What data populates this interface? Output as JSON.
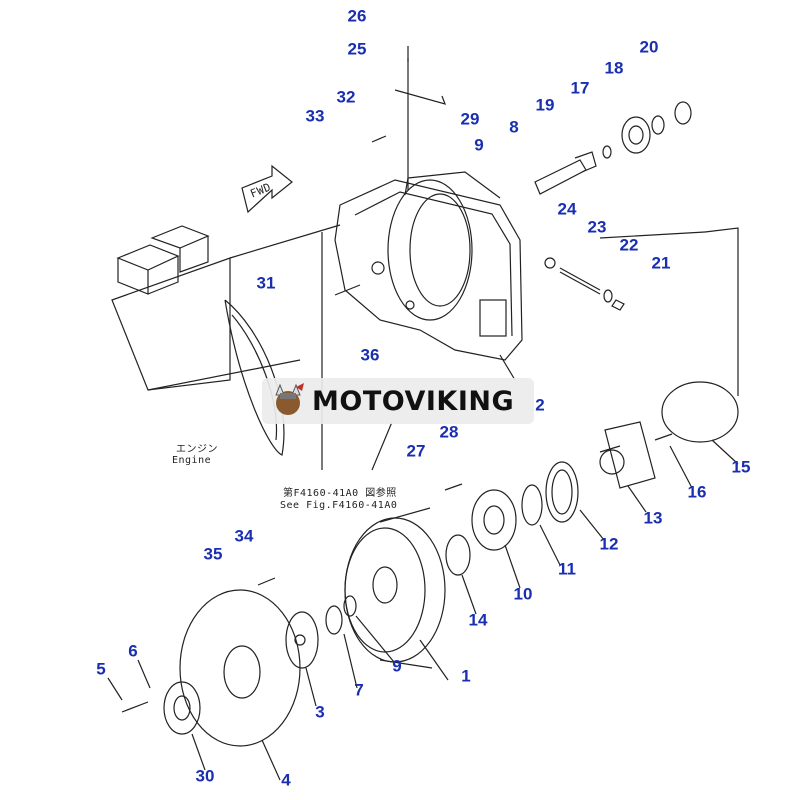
{
  "labels": {
    "p1": "1",
    "p2": "2",
    "p3": "3",
    "p4": "4",
    "p5": "5",
    "p6": "6",
    "p7": "7",
    "p8": "8",
    "p9a": "9",
    "p9b": "9",
    "p10": "10",
    "p11": "11",
    "p12": "12",
    "p13": "13",
    "p14": "14",
    "p15": "15",
    "p16": "16",
    "p17": "17",
    "p18": "18",
    "p19": "19",
    "p20": "20",
    "p21": "21",
    "p22": "22",
    "p23": "23",
    "p24": "24",
    "p25": "25",
    "p26": "26",
    "p27": "27",
    "p28": "28",
    "p29": "29",
    "p30": "30",
    "p31": "31",
    "p32": "32",
    "p33": "33",
    "p34": "34",
    "p35": "35",
    "p36": "36"
  },
  "captions": {
    "engine_jp": "エンジン",
    "engine_en": "Engine",
    "fwd": "FWD",
    "see_fig_jp": "第F4160-41A0 図参照",
    "see_fig_en": "See Fig.F4160-41A0"
  },
  "watermark": {
    "text": "MOTOVIKING"
  },
  "colors": {
    "label": "#1a2fb0",
    "line": "#222222",
    "watermark_bg": "#ececec"
  }
}
